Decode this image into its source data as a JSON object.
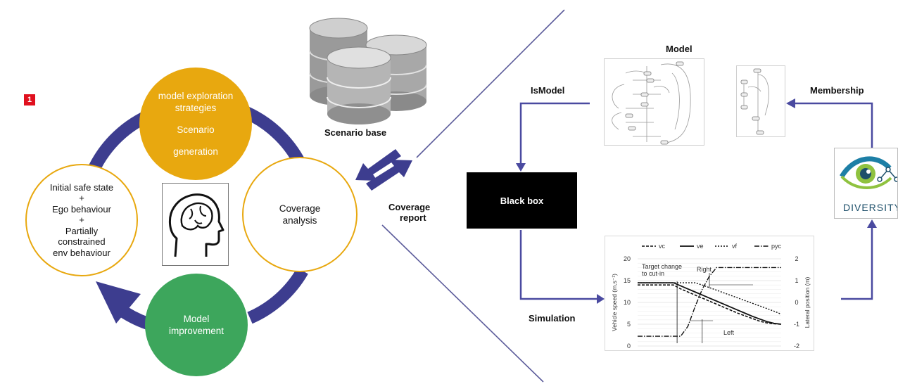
{
  "badge": "1",
  "cycle": {
    "top_line1": "model exploration",
    "top_line2": "strategies",
    "top_line3": "Scenario",
    "top_line4": "generation",
    "left_line1": "Initial safe state",
    "left_line2": "+",
    "left_line3": "Ego behaviour",
    "left_line4": "+",
    "left_line5": "Partially",
    "left_line6": "constrained",
    "left_line7": "env behaviour",
    "right_line1": "Coverage",
    "right_line2": "analysis",
    "bottom_line1": "Model",
    "bottom_line2": "improvement"
  },
  "labels": {
    "scenario_base": "Scenario base",
    "coverage_line1": "Coverage",
    "coverage_line2": "report",
    "model": "Model",
    "is_model": "IsModel",
    "membership": "Membership",
    "black_box": "Black box",
    "simulation": "Simulation",
    "diversity": "DIVERSITY"
  },
  "colors": {
    "orange": "#e8a80f",
    "green": "#3da65c",
    "arrow_navy": "#3d3d8f",
    "badge_red": "#e0101e",
    "divider": "#5b5b9a"
  },
  "icons": [
    "database-icon",
    "human-head-icon",
    "eye-network-icon"
  ],
  "chart_data": {
    "type": "line",
    "legend": [
      "vc",
      "ve",
      "vf",
      "pyc"
    ],
    "x": [
      0,
      1,
      2,
      3,
      4,
      5,
      6,
      7,
      8,
      9,
      10,
      11,
      12,
      13,
      14,
      15,
      16,
      17,
      18,
      19,
      20
    ],
    "series": [
      {
        "name": "vc",
        "axis": "left",
        "values": [
          14,
          14,
          14,
          14,
          14,
          14,
          13.1,
          12.4,
          11.7,
          11,
          10.3,
          9.6,
          8.9,
          8.2,
          7.5,
          6.9,
          6.3,
          5.7,
          5.3,
          5.1,
          5
        ]
      },
      {
        "name": "ve",
        "axis": "left",
        "values": [
          14.5,
          14.5,
          14.5,
          14.5,
          14.5,
          14.5,
          13.8,
          13.1,
          12.4,
          11.7,
          11,
          10.3,
          9.6,
          8.9,
          8.2,
          7.5,
          6.8,
          6.2,
          5.6,
          5.2,
          5
        ]
      },
      {
        "name": "vf",
        "axis": "left",
        "values": [
          14.5,
          14.5,
          14.5,
          14.5,
          14.5,
          14.5,
          14.5,
          14.5,
          14.5,
          14,
          13.4,
          12.8,
          12.2,
          11.6,
          11,
          10.4,
          9.8,
          9.2,
          8.6,
          8,
          7.3
        ]
      },
      {
        "name": "pyc",
        "axis": "right",
        "values": [
          -1.55,
          -1.55,
          -1.55,
          -1.55,
          -1.55,
          -1.55,
          -1.55,
          -1.1,
          -0.2,
          0.6,
          1.2,
          1.6,
          1.6,
          1.6,
          1.6,
          1.6,
          1.6,
          1.6,
          1.6,
          1.6,
          1.6
        ]
      }
    ],
    "ylabel": "Vehicle speed (m.s⁻¹)",
    "y2label": "Lateral position (m)",
    "ylim": [
      0,
      20
    ],
    "y2lim": [
      -2,
      2
    ],
    "yticks": [
      "0",
      "5",
      "10",
      "15",
      "20"
    ],
    "y2ticks": [
      "-2",
      "-1",
      "0",
      "1",
      "2"
    ],
    "annotations": {
      "target_line1": "Target change",
      "target_line2": "to cut-in",
      "right": "Right",
      "left": "Left"
    },
    "grid": true
  }
}
